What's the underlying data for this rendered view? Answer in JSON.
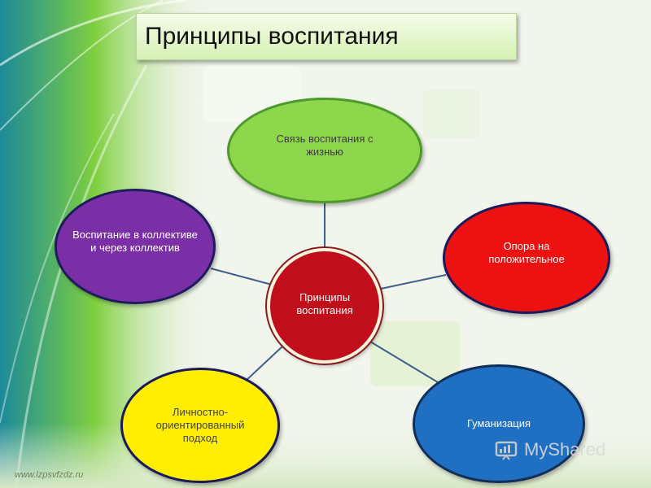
{
  "title": "Принципы воспитания",
  "center": {
    "label": "Принципы воспитания"
  },
  "nodes": {
    "life": "Связь воспитания с жизнью",
    "collective": "Воспитание в коллективе и через коллектив",
    "positive": "Опора на положительное",
    "personal": "Личностно-ориентированный подход",
    "humanization": "Гуманизация"
  },
  "watermark": "MyShared",
  "footer_url": "www.lzpsvfzdz.ru",
  "colors": {
    "life": "#8ed64c",
    "collective": "#7a2fa6",
    "positive": "#ee1111",
    "center": "#c00e1a",
    "personal": "#ffee00",
    "humanization": "#1f6fc3"
  },
  "icons": [
    "myshared-logo-icon"
  ]
}
